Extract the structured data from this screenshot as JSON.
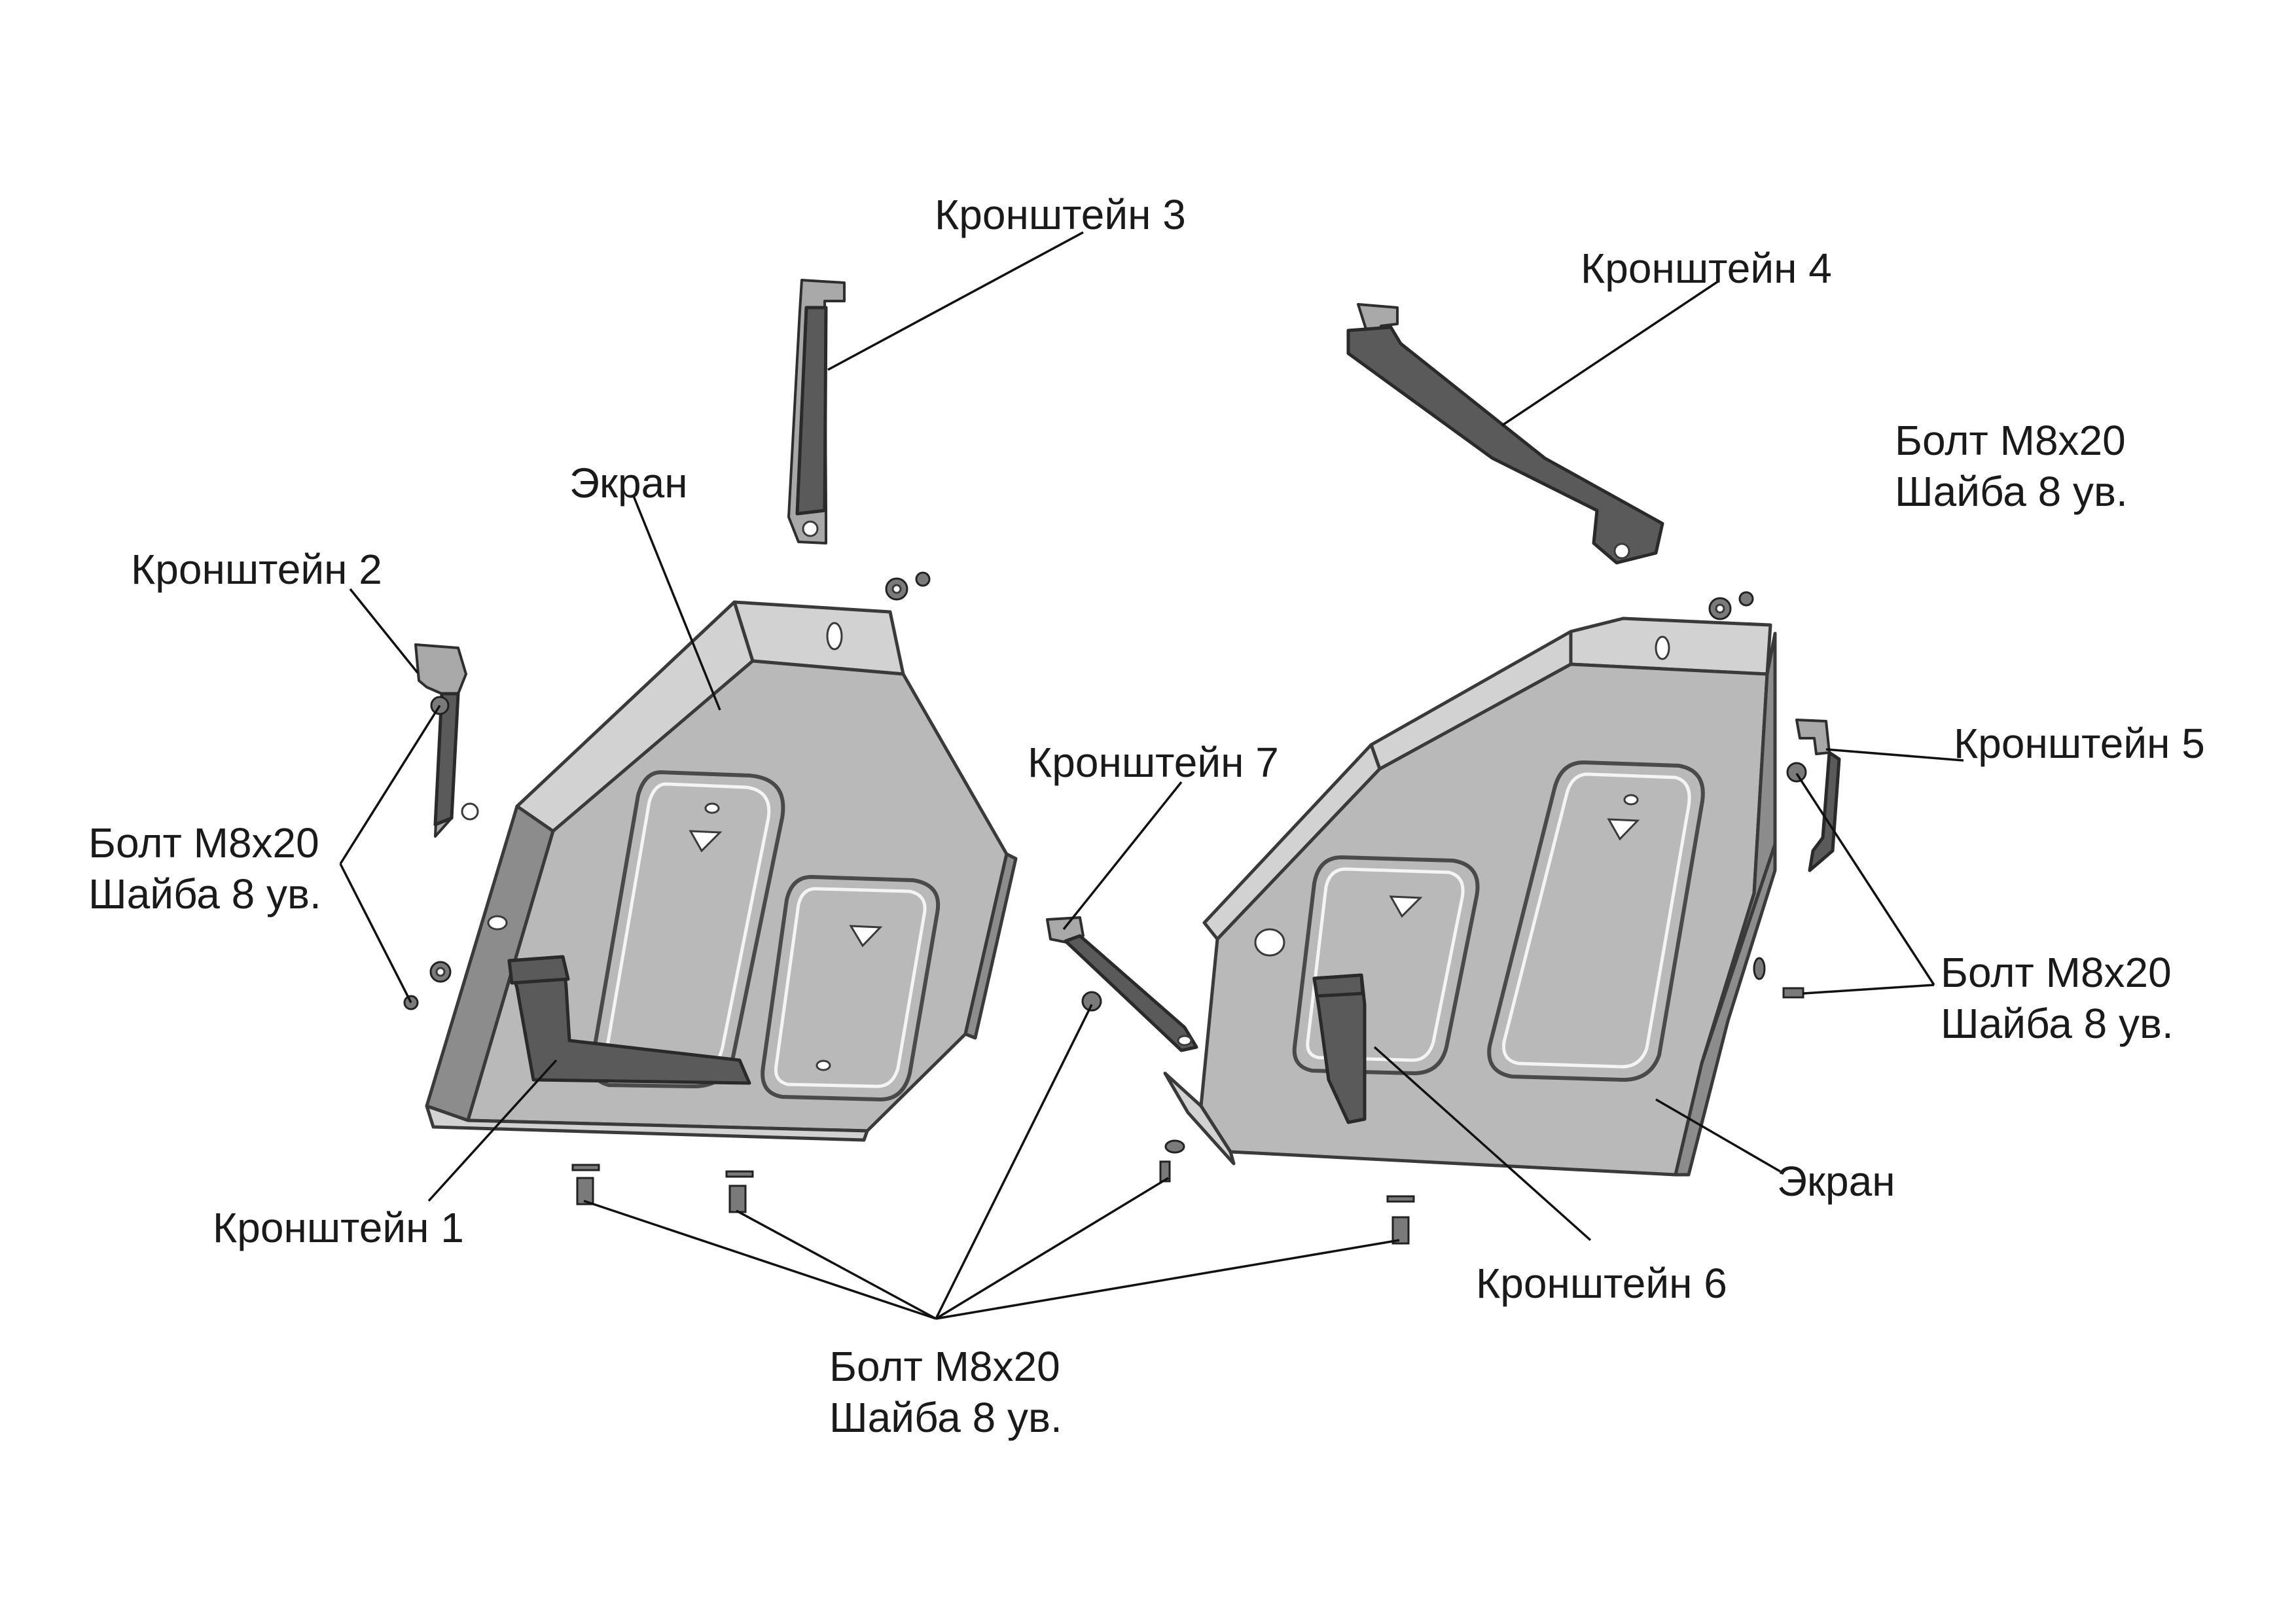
{
  "labels": {
    "bracket_1": "Кронштейн 1",
    "bracket_2": "Кронштейн 2",
    "bracket_3": "Кронштейн 3",
    "bracket_4": "Кронштейн 4",
    "bracket_5": "Кронштейн 5",
    "bracket_6": "Кронштейн 6",
    "bracket_7": "Кронштейн 7",
    "screen_left": "Экран",
    "screen_right": "Экран",
    "fastener_left": {
      "bolt": "Болт М8х20",
      "washer": "Шайба 8 ув."
    },
    "fastener_top_right": {
      "bolt": "Болт М8х20",
      "washer": "Шайба 8 ув."
    },
    "fastener_right": {
      "bolt": "Болт М8х20",
      "washer": "Шайба 8 ув."
    },
    "fastener_bottom": {
      "bolt": "Болт М8х20",
      "washer": "Шайба 8 ув."
    }
  }
}
